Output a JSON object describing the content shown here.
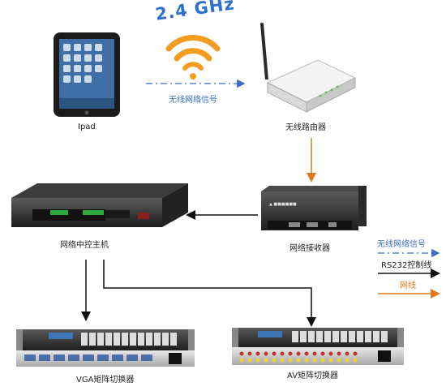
{
  "wifi_badge": "2.4 GHz",
  "labels": {
    "ipad": "Ipad",
    "wireless_signal": "无线网络信号",
    "router": "无线路由器",
    "main_controller": "网络中控主机",
    "receiver": "网络接收器",
    "vga_switcher": "VGA矩阵切换器",
    "av_switcher": "AV矩阵切换器"
  },
  "legend": {
    "wireless": "无线网络信号",
    "rs232": "RS232控制线",
    "network": "网线"
  },
  "colors": {
    "wireless": "#3a6fc4",
    "rs232": "#111111",
    "network": "#e07a1c",
    "wifi_arcs": "#f39c1f"
  }
}
